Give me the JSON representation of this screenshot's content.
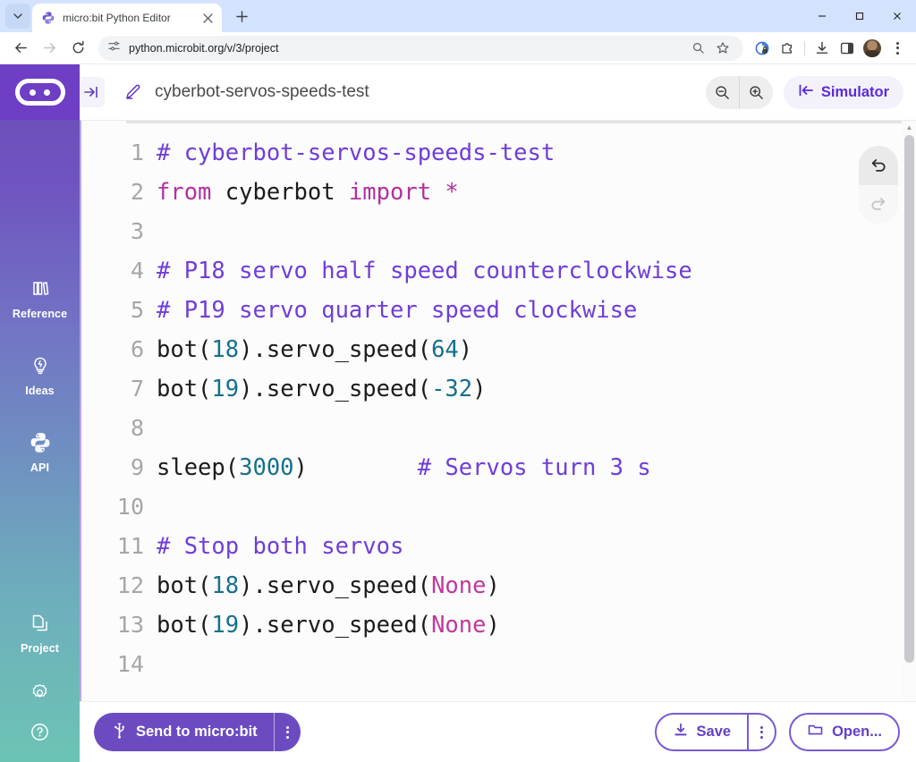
{
  "browser": {
    "tab": {
      "title": "micro:bit Python Editor",
      "favicon": "python-icon",
      "close": "close-icon"
    },
    "newtab_label": "+",
    "tab_list_icon": "chevron-down-icon",
    "window_controls": {
      "minimize": "–",
      "maximize": "□",
      "close": "✕"
    },
    "nav": {
      "back": "back-icon",
      "forward": "forward-icon",
      "reload": "reload-icon"
    },
    "omnibox": {
      "url": "python.microbit.org/v/3/project",
      "site_icon": "site-settings-icon"
    },
    "toolbar_icons": [
      "zoom-magnifier-icon",
      "bookmark-star-icon",
      "tracking-protection-icon",
      "extensions-icon",
      "downloads-icon",
      "side-panel-icon",
      "profile-avatar",
      "browser-menu-icon"
    ]
  },
  "sidebar": {
    "logo": "microbit-logo",
    "items": [
      {
        "label": "Reference",
        "icon": "books-icon"
      },
      {
        "label": "Ideas",
        "icon": "lightbulb-icon"
      },
      {
        "label": "API",
        "icon": "python-icon"
      },
      {
        "label": "Project",
        "icon": "files-icon"
      }
    ],
    "bottom_icons": [
      {
        "name": "settings-gear-icon"
      },
      {
        "name": "help-circle-icon"
      }
    ]
  },
  "header": {
    "collapse_icon": "collapse-sidebar-icon",
    "edit_icon": "pencil-icon",
    "project_name": "cyberbot-servos-speeds-test",
    "zoom_out": "zoom-out-icon",
    "zoom_in": "zoom-in-icon",
    "simulator_label": "Simulator",
    "simulator_icon": "expand-left-icon"
  },
  "editor": {
    "history": {
      "undo": "undo-icon",
      "redo": "redo-icon",
      "undo_enabled": true,
      "redo_enabled": false
    },
    "lines": [
      {
        "n": "1",
        "tokens": [
          {
            "t": "# cyberbot-servos-speeds-test",
            "c": "com"
          }
        ]
      },
      {
        "n": "2",
        "tokens": [
          {
            "t": "from ",
            "c": "kw"
          },
          {
            "t": "cyberbot ",
            "c": "plain"
          },
          {
            "t": "import ",
            "c": "kw"
          },
          {
            "t": "*",
            "c": "kw"
          }
        ]
      },
      {
        "n": "3",
        "tokens": []
      },
      {
        "n": "4",
        "tokens": [
          {
            "t": "# P18 servo half speed counterclockwise",
            "c": "com"
          }
        ]
      },
      {
        "n": "5",
        "tokens": [
          {
            "t": "# P19 servo quarter speed clockwise",
            "c": "com"
          }
        ]
      },
      {
        "n": "6",
        "tokens": [
          {
            "t": "bot(",
            "c": "plain"
          },
          {
            "t": "18",
            "c": "num"
          },
          {
            "t": ").servo_speed(",
            "c": "plain"
          },
          {
            "t": "64",
            "c": "num"
          },
          {
            "t": ")",
            "c": "plain"
          }
        ]
      },
      {
        "n": "7",
        "tokens": [
          {
            "t": "bot(",
            "c": "plain"
          },
          {
            "t": "19",
            "c": "num"
          },
          {
            "t": ").servo_speed(",
            "c": "plain"
          },
          {
            "t": "-32",
            "c": "num"
          },
          {
            "t": ")",
            "c": "plain"
          }
        ]
      },
      {
        "n": "8",
        "tokens": []
      },
      {
        "n": "9",
        "tokens": [
          {
            "t": "sleep(",
            "c": "plain"
          },
          {
            "t": "3000",
            "c": "num"
          },
          {
            "t": ")        ",
            "c": "plain"
          },
          {
            "t": "# Servos turn 3 s",
            "c": "com"
          }
        ]
      },
      {
        "n": "10",
        "tokens": []
      },
      {
        "n": "11",
        "tokens": [
          {
            "t": "# Stop both servos",
            "c": "com"
          }
        ]
      },
      {
        "n": "12",
        "tokens": [
          {
            "t": "bot(",
            "c": "plain"
          },
          {
            "t": "18",
            "c": "num"
          },
          {
            "t": ").servo_speed(",
            "c": "plain"
          },
          {
            "t": "None",
            "c": "const"
          },
          {
            "t": ")",
            "c": "plain"
          }
        ]
      },
      {
        "n": "13",
        "tokens": [
          {
            "t": "bot(",
            "c": "plain"
          },
          {
            "t": "19",
            "c": "num"
          },
          {
            "t": ").servo_speed(",
            "c": "plain"
          },
          {
            "t": "None",
            "c": "const"
          },
          {
            "t": ")",
            "c": "plain"
          }
        ]
      },
      {
        "n": "14",
        "tokens": []
      }
    ]
  },
  "bottombar": {
    "send_label": "Send to micro:bit",
    "send_icon": "usb-icon",
    "send_menu_icon": "kebab-icon",
    "save_label": "Save",
    "save_icon": "download-icon",
    "save_menu_icon": "kebab-icon",
    "open_label": "Open...",
    "open_icon": "folder-icon"
  },
  "colors": {
    "brand_purple": "#6c4bc1",
    "accent_link": "#5b2bd6",
    "comment": "#6f3ed6",
    "keyword": "#b3309c",
    "number": "#16708c",
    "constant": "#c0399b"
  }
}
